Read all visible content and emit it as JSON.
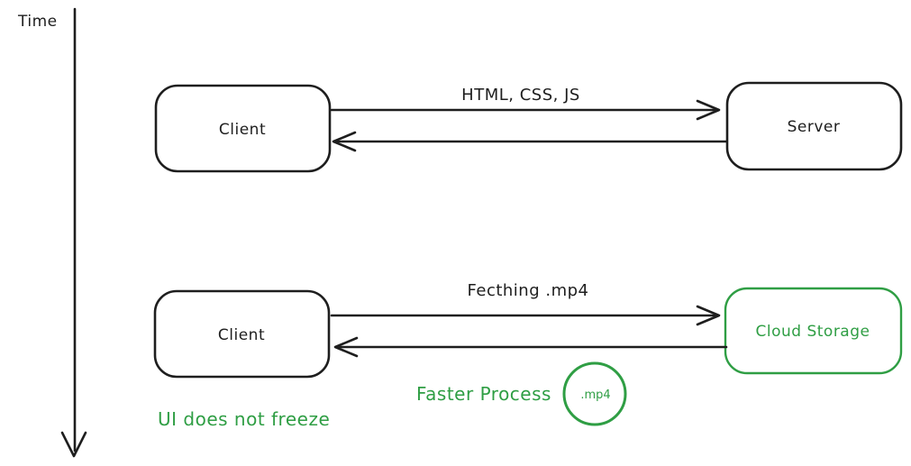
{
  "colors": {
    "ink": "#1e1e1e",
    "green": "#2f9e44",
    "background": "#ffffff"
  },
  "time_axis": {
    "label": "Time"
  },
  "top_flow": {
    "client_label": "Client",
    "server_label": "Server",
    "request_label": "HTML, CSS, JS"
  },
  "bottom_flow": {
    "client_label": "Client",
    "storage_label": "Cloud Storage",
    "request_label": "Fecthing .mp4",
    "faster_process_label": "Faster Process",
    "mp4_badge_label": ".mp4",
    "ui_note_label": "UI does not freeze"
  }
}
